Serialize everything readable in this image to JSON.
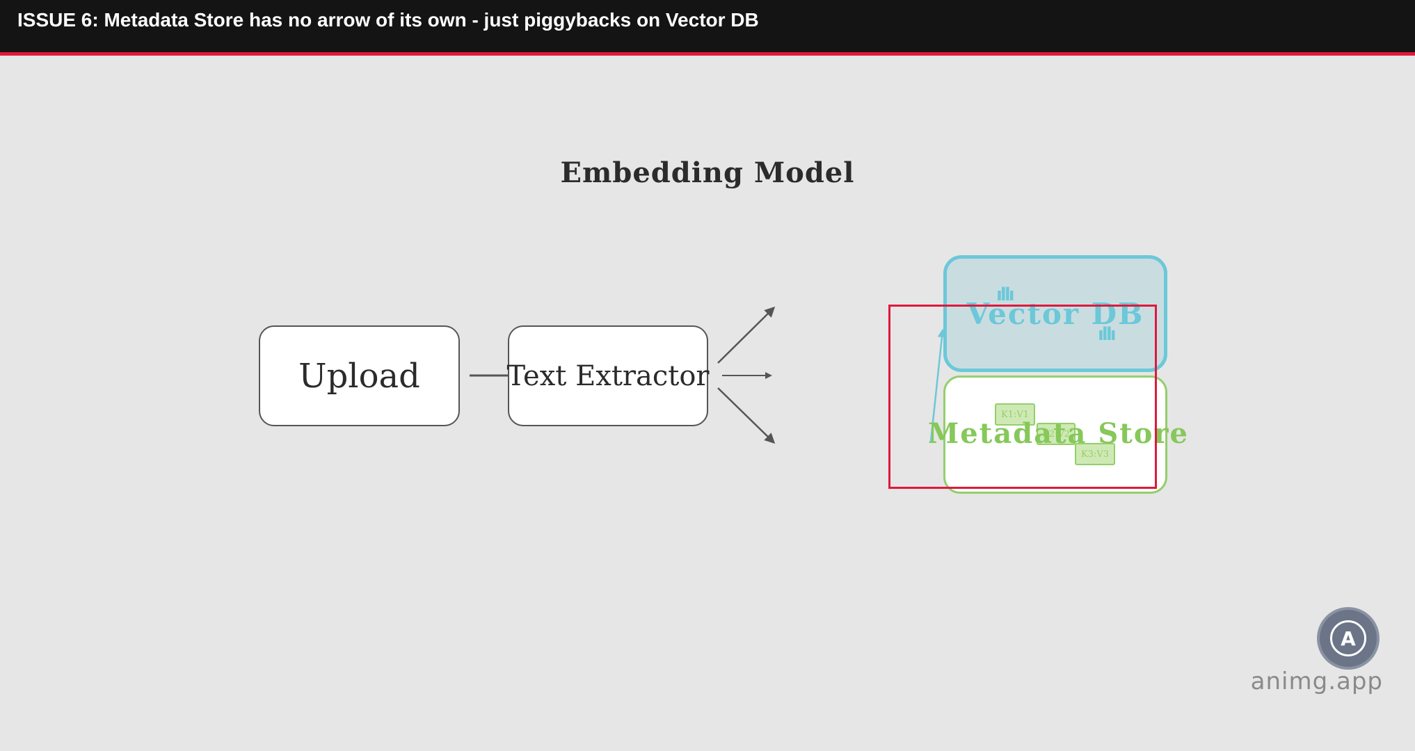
{
  "header": {
    "title": "ISSUE 6: Metadata Store has no arrow of its own - just piggybacks on Vector DB"
  },
  "diagram": {
    "title": "Embedding Model",
    "nodes": {
      "upload": "Upload",
      "text_extractor": "Text Extractor",
      "vector_db": "Vector DB",
      "metadata_store": "Metadata Store"
    },
    "kv_chips": [
      "K1:V1",
      "K2:V2",
      "K3:V3"
    ],
    "colors": {
      "vector_db": "#6cc8d8",
      "metadata_store": "#93cf6c",
      "highlight": "#e0183c",
      "header_accent": "#e0183c"
    }
  },
  "watermark": {
    "badge_letter": "A",
    "text": "animg.app"
  }
}
